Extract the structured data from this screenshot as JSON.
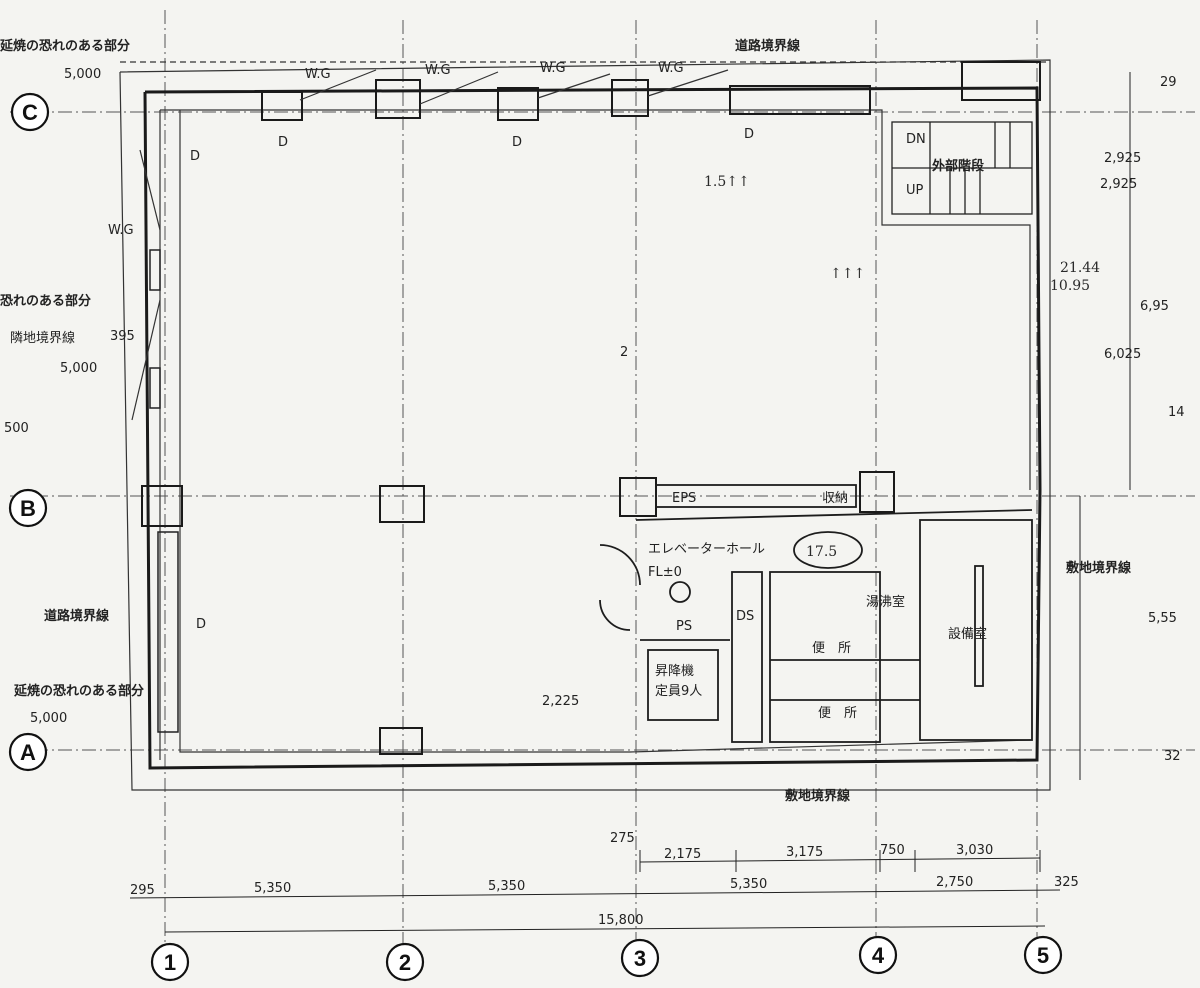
{
  "grid_lines": {
    "columns": [
      "1",
      "2",
      "3",
      "4",
      "5"
    ],
    "rows": [
      "C",
      "B",
      "A"
    ]
  },
  "labels": {
    "boundary_top": "道路境界線",
    "boundary_left": "道路境界線",
    "boundary_right": "敷地境界線",
    "boundary_bottom": "敷地境界線",
    "fire_risk_top": "延焼の恐れのある部分",
    "fire_risk_mid": "恐れのある部分",
    "fire_risk_low": "延焼の恐れのある部分",
    "neighbor_note": "隣地境界線",
    "wg": "W.G",
    "stair_label": "外部階段",
    "stair_dn": "DN",
    "stair_up": "UP",
    "elevator_hall": "エレベーターホール",
    "elevator_fl": "FL±0",
    "hall_value": "17.5",
    "elevator": "昇降機",
    "ps": "PS",
    "ds": "DS",
    "eps": "EPS",
    "storage": "収納",
    "kitchen": "湯沸室",
    "toilet_1": "便　所",
    "toilet_2": "便　所",
    "mechanical": "設備室",
    "elev_box_title": "昇降機",
    "elev_box_sub": "定員9人",
    "d_mark": "D",
    "center_two": "2",
    "hand_top": "1.5↑↑",
    "hand_mid": "↑↑↑",
    "hand_right_1": "21.44",
    "hand_right_2": "10.95"
  },
  "dimensions": {
    "top_left": "5,000",
    "left_mid": "5,000",
    "left_395": "395",
    "left_500": "500",
    "left_bottom": "5,000",
    "right_top_1": "29",
    "right_top_2": "2,925",
    "right_top_3": "2,925",
    "right_mid_1": "6,95",
    "right_mid_2": "6,025",
    "right_mid_3": "14",
    "right_low": "5,55",
    "right_bottom": "32",
    "interior_2225": "2,225",
    "row1": [
      "275",
      "2,175",
      "3,175",
      "750",
      "3,030"
    ],
    "row2": [
      "295",
      "5,350",
      "5,350",
      "5,350",
      "2,750",
      "325"
    ],
    "total": "15,800"
  }
}
